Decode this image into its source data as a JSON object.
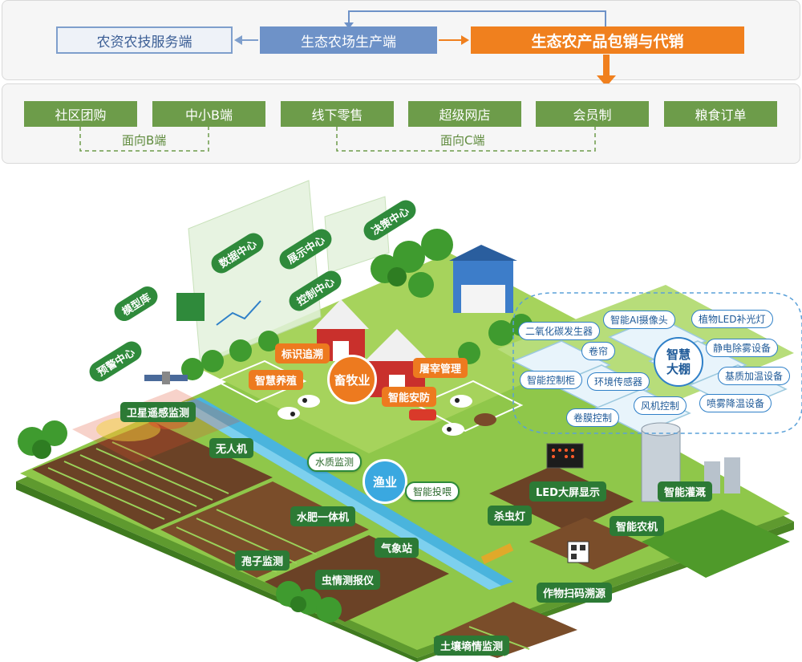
{
  "top_row": {
    "service": "农资农技服务端",
    "farm": "生态农场生产端",
    "sales": "生态农产品包销与代销"
  },
  "channels": [
    "社区团购",
    "中小B端",
    "线下零售",
    "超级网店",
    "会员制",
    "粮食订单"
  ],
  "groups": {
    "b": "面向B端",
    "c": "面向C端"
  },
  "platform": {
    "model": "模型库",
    "data_center": "数据中心",
    "display_center": "展示中心",
    "decision_center": "决策中心",
    "control_center": "控制中心",
    "warning_center": "预警中心"
  },
  "livestock": {
    "center": "畜牧业",
    "labels": [
      "标识追溯",
      "智慧养殖",
      "屠宰管理",
      "智能安防"
    ]
  },
  "fishery": {
    "center": "渔业",
    "labels": [
      "水质监测",
      "智能投喂"
    ]
  },
  "greenhouse": {
    "center": "智慧大棚",
    "labels": [
      "二氧化碳发生器",
      "智能AI摄像头",
      "植物LED补光灯",
      "卷帘",
      "静电除雾设备",
      "智能控制柜",
      "环境传感器",
      "基质加温设备",
      "风机控制",
      "喷雾降温设备",
      "卷膜控制"
    ]
  },
  "field": {
    "labels": [
      "卫星遥感监测",
      "无人机",
      "水肥一体机",
      "孢子监测",
      "气象站",
      "虫情测报仪",
      "土壤墒情监测",
      "杀虫灯",
      "LED大屏显示",
      "智能灌溉",
      "智能农机",
      "作物扫码溯源"
    ]
  },
  "colors": {
    "orange": "#f0801e",
    "blue": "#6e92c8",
    "green": "#6d9c4a",
    "dark_green": "#2c7a35"
  }
}
